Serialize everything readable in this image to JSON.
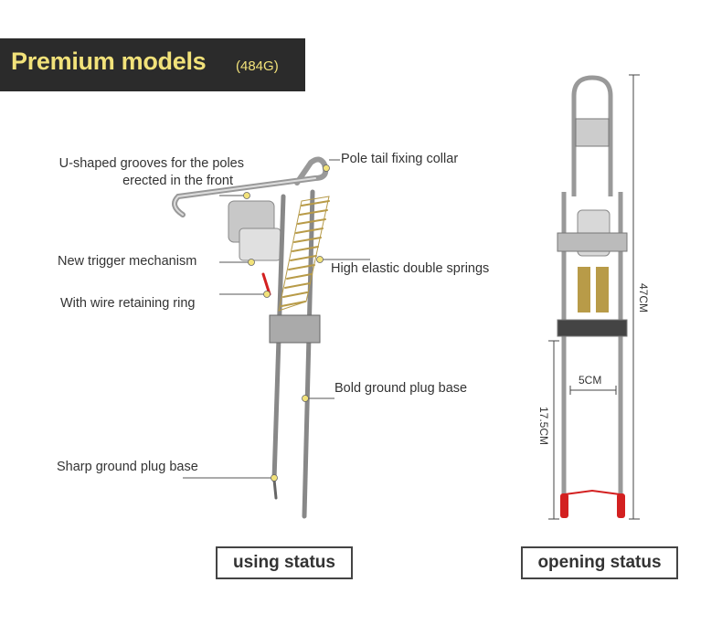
{
  "banner": {
    "title": "Premium models",
    "weight": "(484G)"
  },
  "labels": {
    "u_grooves_1": "U-shaped grooves for the poles",
    "u_grooves_2": "erected in the front",
    "pole_tail": "Pole tail fixing collar",
    "trigger": "New trigger mechanism",
    "wire_ring": "With wire retaining ring",
    "springs": "High elastic  double springs",
    "bold_base": "Bold ground plug base",
    "sharp_base": "Sharp ground plug base"
  },
  "dimensions": {
    "height": "47CM",
    "width": "5CM",
    "leg": "17.5CM"
  },
  "captions": {
    "using": "using status",
    "opening": "opening status"
  },
  "colors": {
    "banner_bg": "#2b2b2b",
    "banner_text": "#f2e27a",
    "dot": "#f2e27a",
    "tip": "#d32020"
  }
}
